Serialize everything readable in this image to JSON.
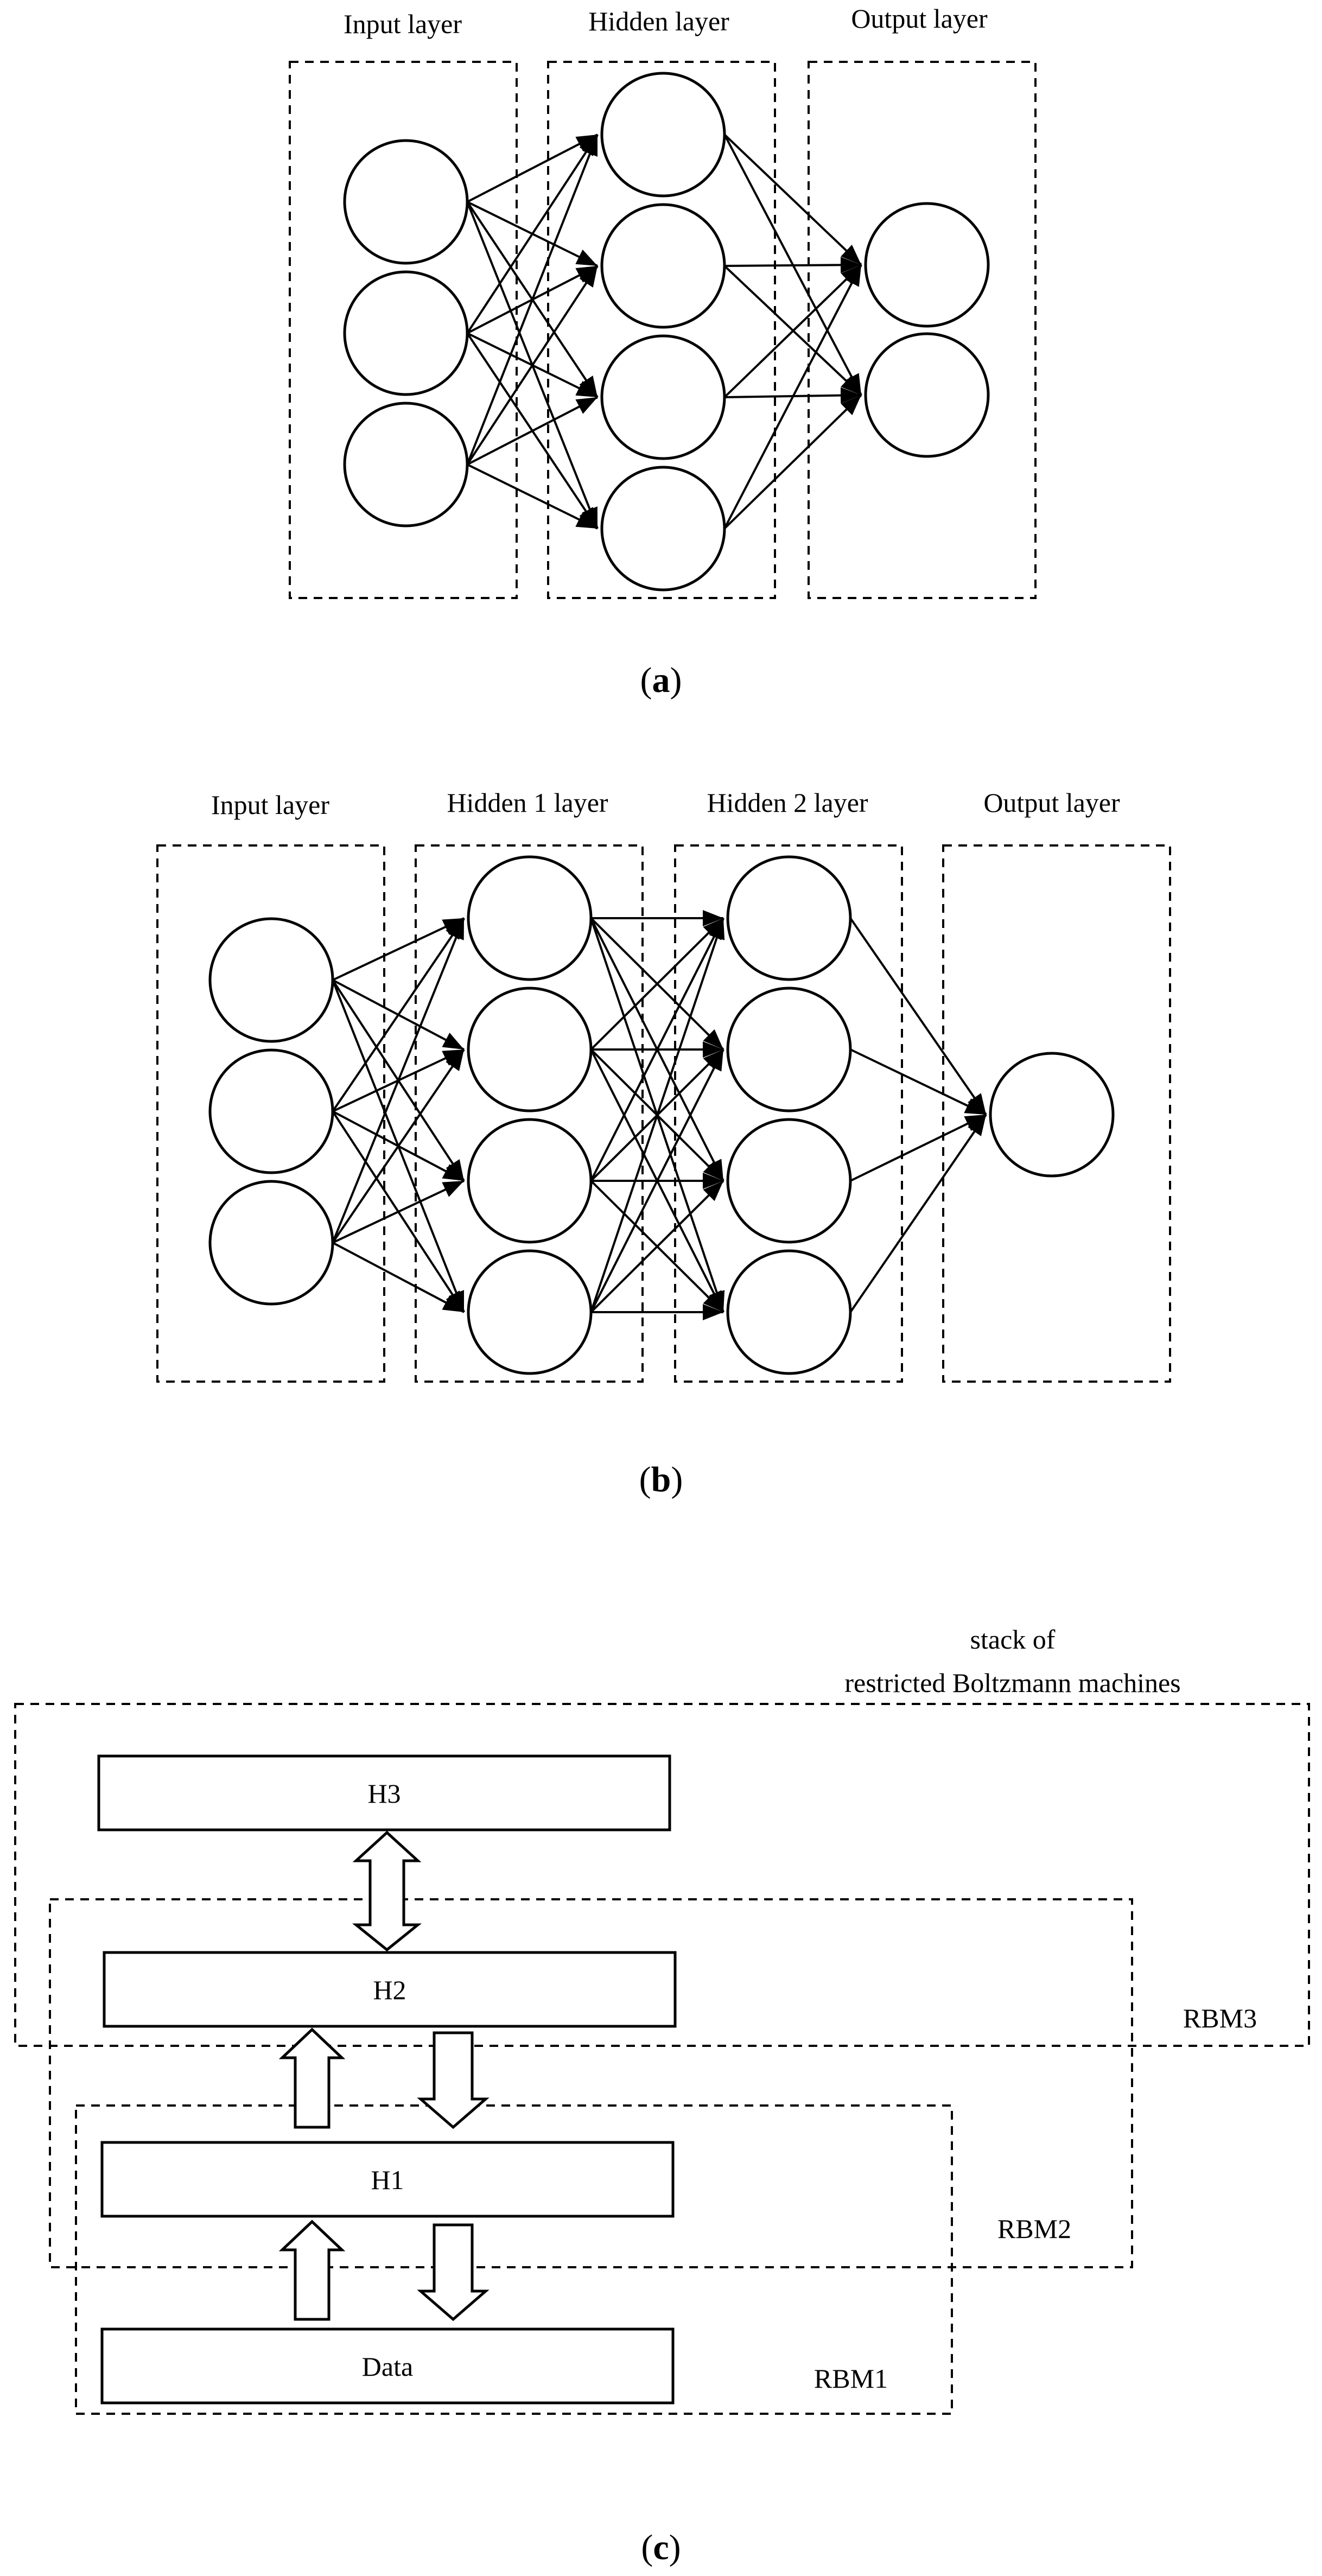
{
  "panel_a": {
    "labels": [
      "Input layer",
      "Hidden layer",
      "Output layer"
    ],
    "caption": "a",
    "layer_sizes": [
      3,
      4,
      2
    ]
  },
  "panel_b": {
    "labels": [
      "Input layer",
      "Hidden 1 layer",
      "Hidden 2 layer",
      "Output layer"
    ],
    "caption": "b",
    "layer_sizes": [
      3,
      4,
      4,
      1
    ]
  },
  "panel_c": {
    "title_line1": "stack of",
    "title_line2": "restricted Boltzmann machines",
    "layers": [
      "H3",
      "H2",
      "H1",
      "Data"
    ],
    "rbms": [
      "RBM3",
      "RBM2",
      "RBM1"
    ],
    "caption": "c"
  }
}
